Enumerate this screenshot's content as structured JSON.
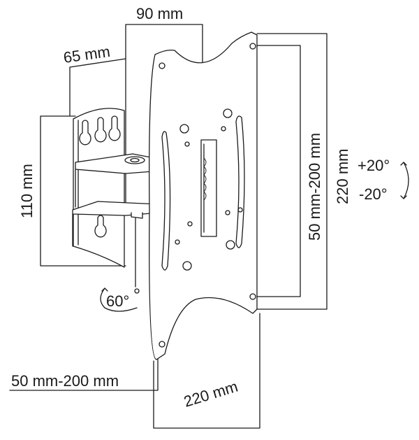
{
  "diagram": {
    "labels": {
      "top_width": "90 mm",
      "depth": "65 mm",
      "wall_height": "110 mm",
      "vesa_vertical": "50 mm-200 mm",
      "plate_height": "220 mm",
      "tilt_up": "+20°",
      "tilt_down": "-20°",
      "swivel": "60°",
      "vesa_horizontal": "50 mm-200 mm",
      "plate_width": "220 mm"
    },
    "icons": {
      "tilt": "tilt-arrow-icon",
      "swivel": "swivel-arrow-icon"
    },
    "colors": {
      "line": "#1a1a1a",
      "background": "#ffffff"
    }
  }
}
